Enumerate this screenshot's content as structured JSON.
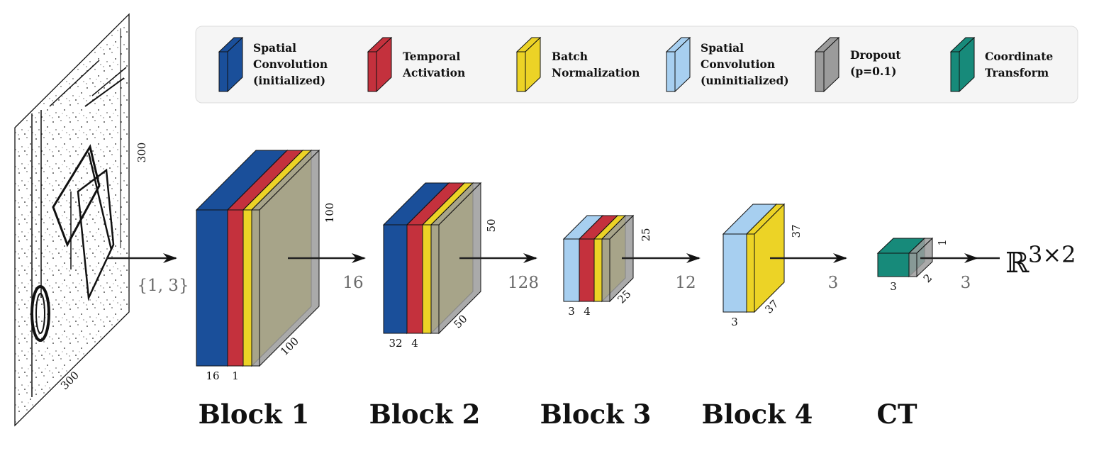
{
  "legend": {
    "items": [
      {
        "lines": [
          "Spatial",
          "Convolution",
          "(initialized)"
        ],
        "color": "#1a4f9a",
        "icon": "spatial-conv-init-cube"
      },
      {
        "lines": [
          "Temporal",
          "Activation"
        ],
        "color": "#c4313d",
        "icon": "temporal-activation-cube"
      },
      {
        "lines": [
          "Batch",
          "Normalization"
        ],
        "color": "#ecd326",
        "icon": "batch-norm-cube"
      },
      {
        "lines": [
          "Spatial",
          "Convolution",
          "(uninitialized)"
        ],
        "color": "#a7cff0",
        "icon": "spatial-conv-uninit-cube"
      },
      {
        "lines": [
          "Dropout",
          "(p=0.1)"
        ],
        "color": "#9b9b9b",
        "icon": "dropout-cube"
      },
      {
        "lines": [
          "Coordinate",
          "Transform"
        ],
        "color": "#178a7a",
        "icon": "coordinate-transform-cube"
      }
    ]
  },
  "input": {
    "size_h": "300",
    "size_w": "300"
  },
  "blocks": [
    {
      "label": "Block 1",
      "dim_front_1": "16",
      "dim_front_2": "1",
      "dim_height": "100",
      "dim_depth": "100"
    },
    {
      "label": "Block 2",
      "dim_front_1": "32",
      "dim_front_2": "4",
      "dim_height": "50",
      "dim_depth": "50"
    },
    {
      "label": "Block 3",
      "dim_front_1": "3",
      "dim_front_2": "4",
      "dim_height": "25",
      "dim_depth": "25"
    },
    {
      "label": "Block 4",
      "dim_front_1": "3",
      "dim_height": "37",
      "dim_depth": "37"
    },
    {
      "label": "CT",
      "dim_front_1": "3",
      "dim_height": "1",
      "dim_depth": "2"
    }
  ],
  "channels": [
    "{1, 3}",
    "16",
    "128",
    "12",
    "3",
    "3"
  ],
  "output": {
    "base": "ℝ",
    "exponent": "3×2"
  }
}
